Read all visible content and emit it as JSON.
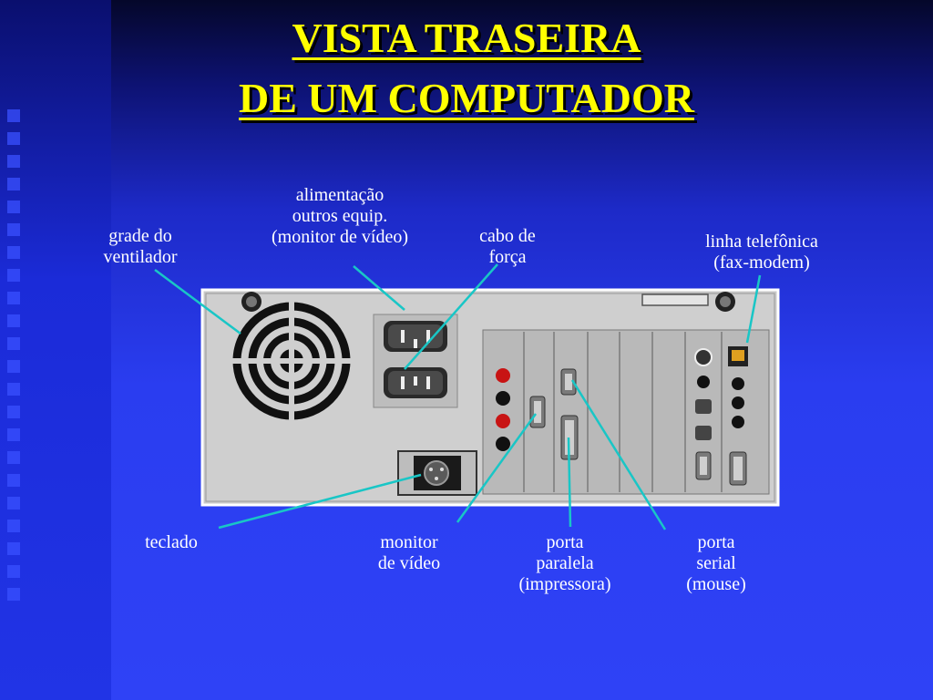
{
  "title": {
    "line1": "VISTA TRASEIRA",
    "line2": "DE UM COMPUTADOR"
  },
  "labels": {
    "fan_grille": [
      "grade do",
      "ventilador"
    ],
    "power_outlet": [
      "alimentação",
      "outros equip.",
      "(monitor de vídeo)"
    ],
    "power_cable": [
      "cabo de",
      "força"
    ],
    "phone_line": [
      "linha telefônica",
      "(fax-modem)"
    ],
    "keyboard": [
      "teclado"
    ],
    "video_monitor": [
      "monitor",
      "de vídeo"
    ],
    "parallel_port": [
      "porta",
      "paralela",
      "(impressora)"
    ],
    "serial_port": [
      "porta",
      "serial",
      "(mouse)"
    ]
  },
  "colors": {
    "title": "#ffff00",
    "leader_line": "#19c6c6",
    "label": "#ffffff",
    "panel": "#c8c8c8"
  }
}
